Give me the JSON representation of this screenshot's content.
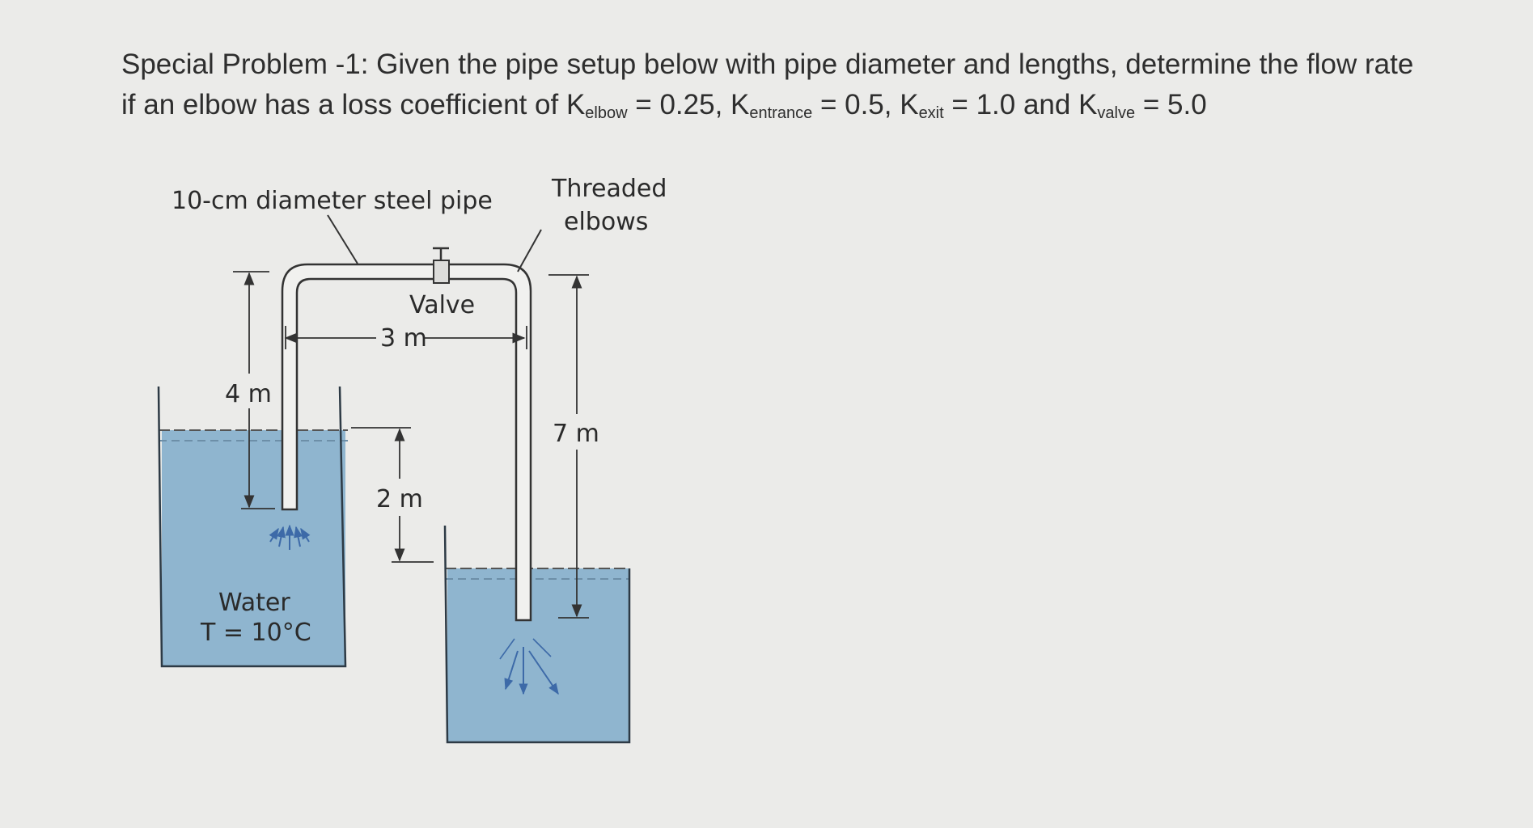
{
  "problem": {
    "line1": "Special Problem -1: Given the pipe setup below with pipe diameter and lengths, determine the flow rate",
    "line2_prefix": "if an elbow has a loss coefficient of K",
    "k_elbow_sub": "elbow",
    "k_elbow_val": " = 0.25, K",
    "k_entrance_sub": "entrance",
    "k_entrance_val": " = 0.5, K",
    "k_exit_sub": "exit",
    "k_exit_val": " = 1.0 and K",
    "k_valve_sub": "valve",
    "k_valve_val": " = 5.0"
  },
  "diagram": {
    "pipe_label": "10-cm diameter steel pipe",
    "elbows_label_1": "Threaded",
    "elbows_label_2": "elbows",
    "valve_label": "Valve",
    "dim_3m": "3 m",
    "dim_4m": "4 m",
    "dim_2m": "2 m",
    "dim_7m": "7 m",
    "water_label": "Water",
    "temp_label": "T = 10°C"
  },
  "colors": {
    "water": "#8fb5cf",
    "water_edge": "#2d3a45",
    "pipe": "#f1f1ef",
    "line": "#333333",
    "background": "#ebebe9"
  }
}
